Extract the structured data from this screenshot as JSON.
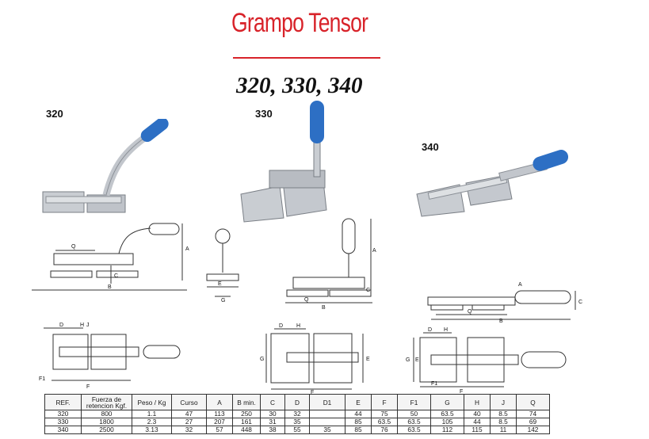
{
  "header": {
    "title": "Grampo Tensor",
    "models": "320, 330, 340"
  },
  "products": [
    {
      "ref": "320"
    },
    {
      "ref": "330"
    },
    {
      "ref": "340"
    }
  ],
  "drawing_labels": {
    "d320_side": [
      "Q",
      "A",
      "C",
      "B"
    ],
    "d320_end": [
      "E",
      "G"
    ],
    "d320_top": [
      "D",
      "H",
      "J",
      "F1",
      "F"
    ],
    "d330_side": [
      "A",
      "C",
      "Q",
      "B"
    ],
    "d330_top": [
      "D",
      "H",
      "G",
      "F",
      "E"
    ],
    "d340_side": [
      "A",
      "C",
      "Q",
      "B"
    ],
    "d340_top": [
      "D",
      "H",
      "G",
      "E",
      "F1",
      "F"
    ]
  },
  "colors": {
    "title_red": "#d8232a",
    "handle_blue": "#2d6fc4",
    "steel": "#c9cdd2"
  },
  "table": {
    "headers": [
      "REF.",
      "Fuerza de retencion Kgf.",
      "Peso / Kg",
      "Curso",
      "A",
      "B min.",
      "C",
      "D",
      "D1",
      "E",
      "F",
      "F1",
      "G",
      "H",
      "J",
      "Q"
    ],
    "rows": [
      [
        "320",
        "800",
        "1.1",
        "47",
        "113",
        "250",
        "30",
        "32",
        "",
        "44",
        "75",
        "50",
        "63.5",
        "40",
        "8.5",
        "74"
      ],
      [
        "330",
        "1800",
        "2.3",
        "27",
        "207",
        "161",
        "31",
        "35",
        "",
        "85",
        "63.5",
        "63.5",
        "105",
        "44",
        "8.5",
        "69"
      ],
      [
        "340",
        "2500",
        "3.13",
        "32",
        "57",
        "448",
        "38",
        "55",
        "35",
        "85",
        "76",
        "63.5",
        "112",
        "115",
        "11",
        "142"
      ]
    ]
  }
}
